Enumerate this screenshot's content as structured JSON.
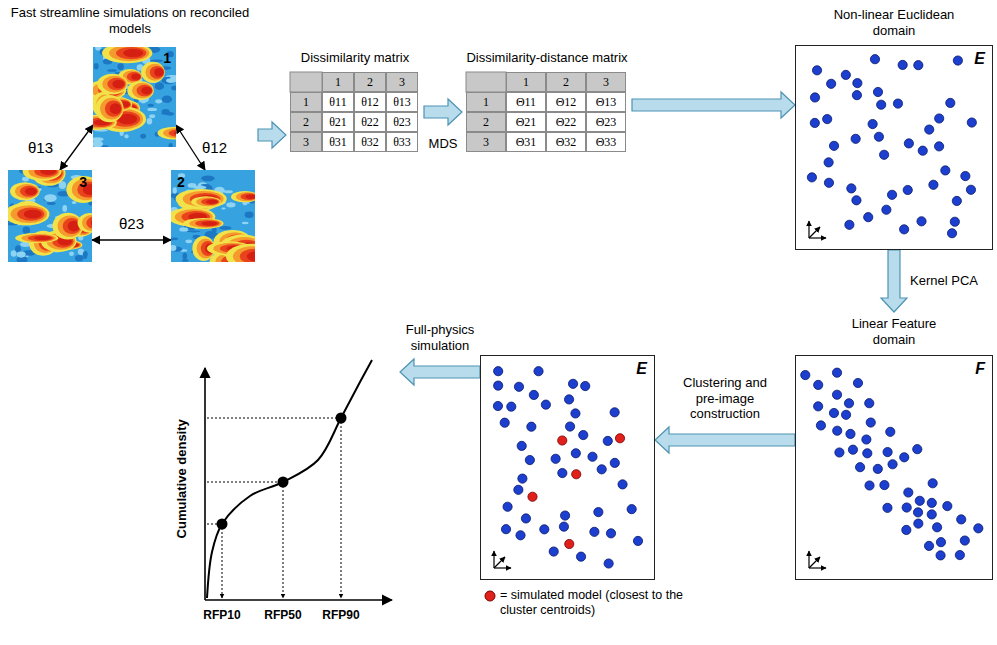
{
  "diagram": {
    "nodes": [
      {
        "text": [
          "Fast streamline simulations on reconciled models"
        ]
      },
      {
        "text": [
          "1"
        ],
        "in": 0
      },
      {
        "text": [
          "3"
        ],
        "in": 0
      },
      {
        "text": [
          "2"
        ],
        "in": 0
      },
      {
        "text": [
          "Dissimilarity matrix"
        ]
      },
      {
        "text": [
          "Dissimilarity-distance matrix"
        ]
      },
      {
        "text": [
          "Non-linear Euclidean domain",
          "E"
        ]
      },
      {
        "text": [
          "Linear Feature domain",
          "F"
        ]
      },
      {
        "text": [
          "E"
        ]
      },
      {
        "text": [
          "Cumulative density"
        ]
      }
    ],
    "edges": [
      {
        "from": 1,
        "to": 2,
        "arrow": "both",
        "label": "θ13"
      },
      {
        "from": 1,
        "to": 3,
        "arrow": "both",
        "label": "θ12"
      },
      {
        "from": 2,
        "to": 3,
        "arrow": "both",
        "label": "θ23"
      },
      {
        "from": 0,
        "to": 4,
        "arrow": "to"
      },
      {
        "from": 4,
        "to": 5,
        "arrow": "to",
        "label": "MDS"
      },
      {
        "from": 5,
        "to": 6,
        "arrow": "to"
      },
      {
        "from": 6,
        "to": 7,
        "arrow": "to",
        "label": "Kernel PCA"
      },
      {
        "from": 7,
        "to": 8,
        "arrow": "to",
        "label": "Clustering and pre-image construction"
      },
      {
        "from": 8,
        "to": 9,
        "arrow": "to",
        "label": "Full-physics simulation"
      }
    ],
    "labels": [
      "1",
      "2",
      "3",
      "1",
      "θ11",
      "θ12",
      "θ13",
      "2",
      "θ21",
      "θ22",
      "θ23",
      "3",
      "θ31",
      "θ32",
      "θ33",
      "1",
      "2",
      "3",
      "1",
      "Θ11",
      "Θ12",
      "Θ13",
      "2",
      "Θ21",
      "Θ22",
      "Θ23",
      "3",
      "Θ31",
      "Θ32",
      "Θ33",
      "RFP10",
      "RFP50",
      "RFP90"
    ],
    "legend": [
      {
        "text": "= simulated model (closest to the cluster centroids)",
        "color": "#e0201b"
      }
    ]
  }
}
